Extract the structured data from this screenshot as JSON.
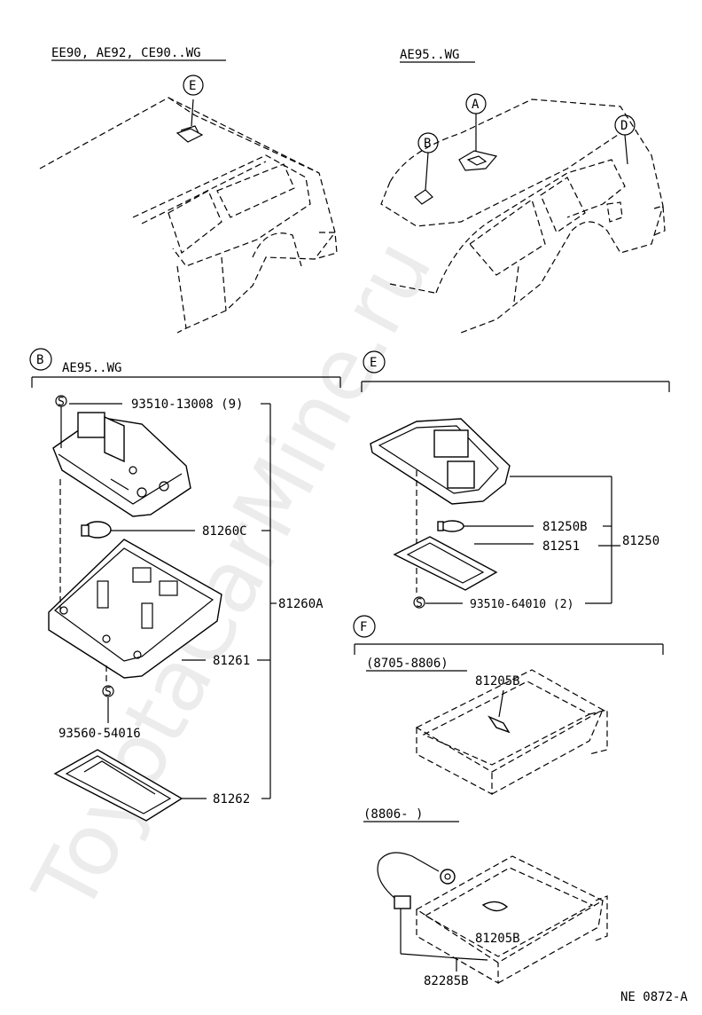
{
  "watermark": "ToyotaCarMine.ru",
  "figure_code": "NE 0872-A",
  "overview_left": {
    "caption": "EE90, AE92, CE90..WG",
    "callout": "E"
  },
  "overview_right": {
    "caption": "AE95..WG",
    "callouts": [
      "A",
      "B",
      "D"
    ]
  },
  "section_b": {
    "letter": "B",
    "caption": "AE95..WG",
    "screw_symbol": "S",
    "screw_top": "93510-13008 (9)",
    "bulb": "81260C",
    "assembly": "81260A",
    "housing": "81261",
    "screw_bottom": "93560-54016",
    "lens": "81262"
  },
  "section_e": {
    "letter": "E",
    "screw_symbol": "S",
    "bulb": "81250B",
    "gasket": "81251",
    "assembly": "81250",
    "screw": "93510-64010 (2)"
  },
  "section_f": {
    "letter": "F",
    "period_1": "(8705-8806)",
    "part_1": "81205B",
    "period_2": "(8806-      )",
    "part_2": "81205B",
    "part_3": "82285B"
  }
}
